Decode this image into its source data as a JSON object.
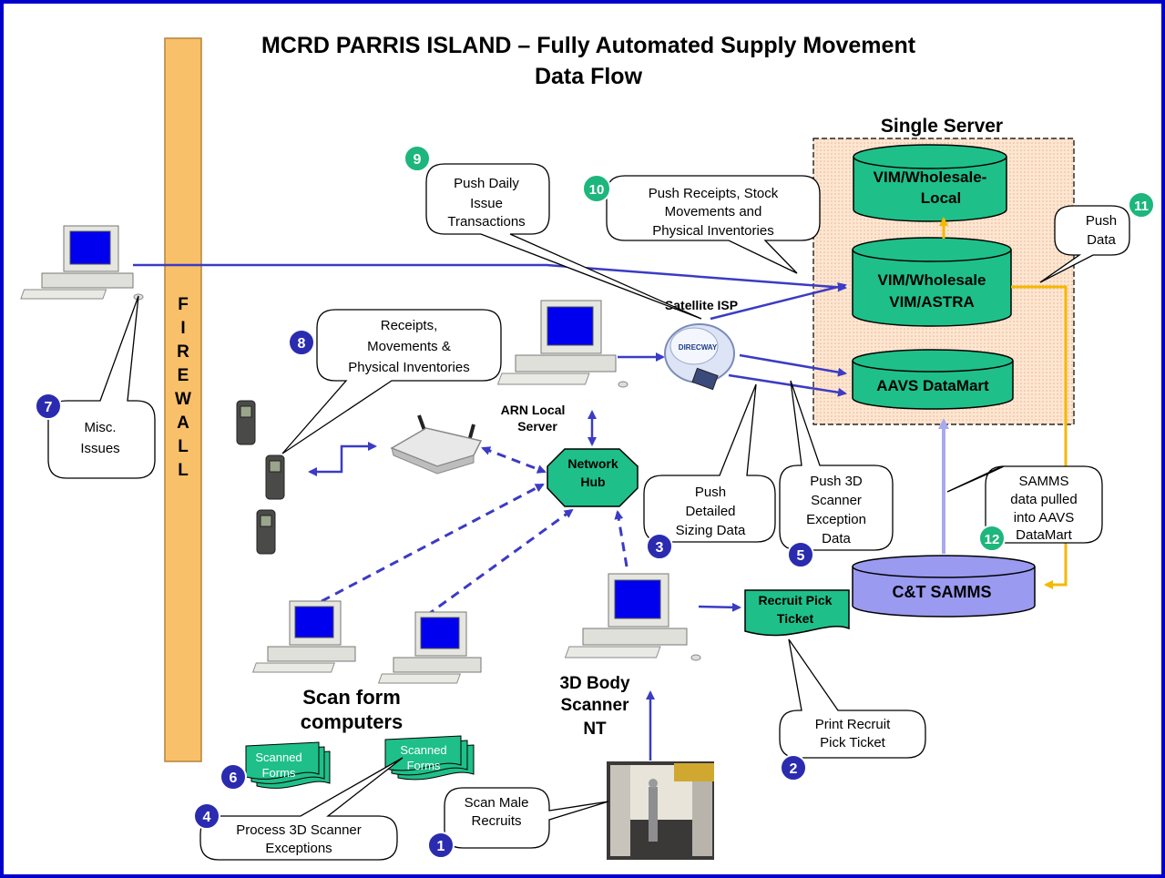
{
  "title": {
    "line1": "MCRD PARRIS ISLAND – Fully Automated Supply Movement",
    "line2": "Data Flow"
  },
  "firewall": {
    "letters": [
      "F",
      "I",
      "R",
      "E",
      "W",
      "A",
      "L",
      "L"
    ]
  },
  "single_server": {
    "label": "Single Server",
    "db_local": [
      "VIM/Wholesale-",
      "Local"
    ],
    "db_wholesale": [
      "VIM/Wholesale",
      "VIM/ASTRA"
    ],
    "db_aavs": "AAVS DataMart"
  },
  "sat_isp": "Satellite ISP",
  "sat_brand": "DIRECWAY",
  "arn": [
    "ARN Local",
    "Server"
  ],
  "hub": [
    "Network",
    "Hub"
  ],
  "ct_samms": "C&T SAMMS",
  "pick_ticket": [
    "Recruit Pick",
    "Ticket"
  ],
  "scanner": [
    "3D Body",
    "Scanner",
    "NT"
  ],
  "scan_computers": [
    "Scan form",
    "computers"
  ],
  "scanned_forms": [
    "Scanned",
    "Forms"
  ],
  "callouts": {
    "c9": [
      "Push Daily",
      "Issue",
      "Transactions"
    ],
    "c10": [
      "Push Receipts, Stock",
      "Movements and",
      "Physical Inventories"
    ],
    "c11": [
      "Push",
      "Data"
    ],
    "c8": [
      "Receipts,",
      "Movements &",
      "Physical Inventories"
    ],
    "c7": [
      "Misc.",
      "Issues"
    ],
    "c3": [
      "Push",
      "Detailed",
      "Sizing Data"
    ],
    "c5": [
      "Push 3D",
      "Scanner",
      "Exception",
      "Data"
    ],
    "c12": [
      "SAMMS",
      "data pulled",
      "into AAVS",
      "DataMart"
    ],
    "c2": [
      "Print Recruit",
      "Pick Ticket"
    ],
    "c1": [
      "Scan Male",
      "Recruits"
    ],
    "c4": [
      "Process 3D Scanner",
      "Exceptions"
    ]
  },
  "numbers": [
    "1",
    "2",
    "3",
    "4",
    "5",
    "6",
    "7",
    "8",
    "9",
    "10",
    "11",
    "12"
  ],
  "colors": {
    "frame": "#0000CC",
    "firewall": "#F9C06A",
    "db_green": "#1FBF8A",
    "db_purple": "#9A9AF0",
    "arrow_blue": "#3B3BC4",
    "arrow_orange": "#F5B800",
    "arrow_lavender": "#A9A9EE",
    "server_area": "#FCE3CC",
    "badge_blue": "#2B2BB0",
    "badge_green": "#1DB67C"
  }
}
